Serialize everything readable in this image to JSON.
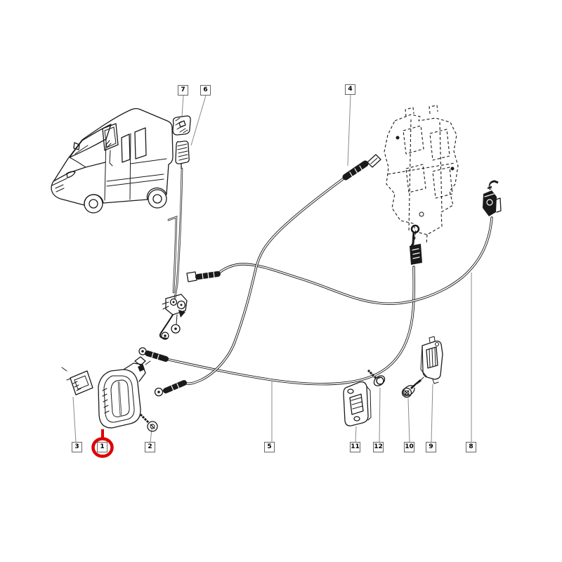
{
  "diagram": {
    "kind": "vehicle-parts-exploded-diagram",
    "background": "#ffffff"
  },
  "callouts": [
    {
      "id": "7"
    },
    {
      "id": "6"
    },
    {
      "id": "4"
    },
    {
      "id": "3"
    },
    {
      "id": "1"
    },
    {
      "id": "2"
    },
    {
      "id": "5"
    },
    {
      "id": "11"
    },
    {
      "id": "12"
    },
    {
      "id": "10"
    },
    {
      "id": "9"
    },
    {
      "id": "8"
    }
  ],
  "highlight": {
    "callout": "1",
    "color": "#dd0000"
  },
  "colors": {
    "line": "#1a1a1a",
    "leader": "#8a8a8a",
    "label_border": "#666666"
  }
}
